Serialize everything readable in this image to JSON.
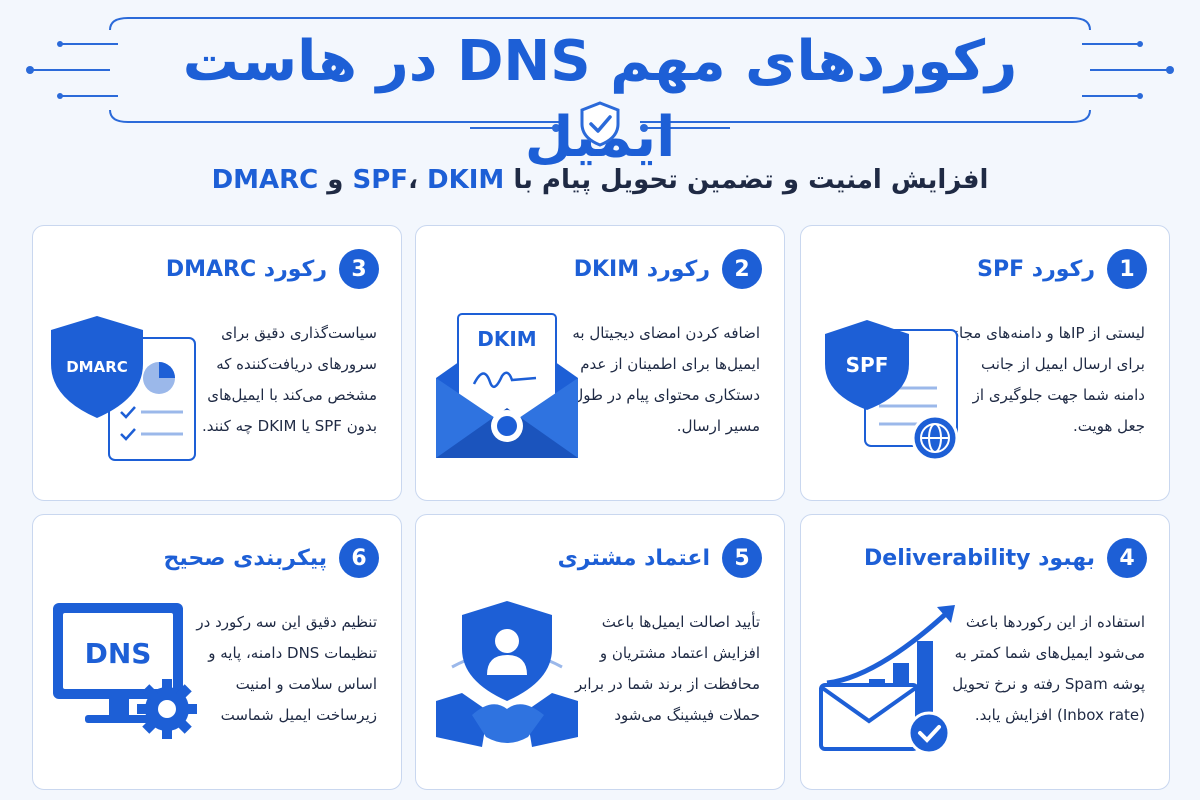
{
  "header": {
    "title": "رکوردهای مهم DNS در هاست ایمیل",
    "subtitle_prefix": "افزایش امنیت و تضمین تحویل پیام با ",
    "subtitle_spf": "SPF",
    "subtitle_sep": "، ",
    "subtitle_dkim": "DKIM",
    "subtitle_and": " و ",
    "subtitle_dmarc": "DMARC"
  },
  "cards": [
    {
      "number": "1",
      "title": "رکورد SPF",
      "text": "لیستی از IPها و دامنه‌های مجاز برای ارسال ایمیل از جانب دامنه شما جهت جلوگیری از جعل هویت.",
      "icon": "spf-shield-document-globe-icon",
      "icon_label": "SPF"
    },
    {
      "number": "2",
      "title": "رکورد DKIM",
      "text": "اضافه کردن امضای دیجیتال به ایمیل‌ها برای اطمینان از عدم دستکاری محتوای پیام در طول مسیر ارسال.",
      "icon": "dkim-envelope-signature-icon",
      "icon_label": "DKIM"
    },
    {
      "number": "3",
      "title": "رکورد DMARC",
      "text": "سیاست‌گذاری دقیق برای سرورهای دریافت‌کننده که مشخص می‌کند با ایمیل‌های بدون SPF یا DKIM چه کنند.",
      "icon": "dmarc-shield-report-icon",
      "icon_label": "DMARC"
    },
    {
      "number": "4",
      "title": "بهبود Deliverability",
      "text": "استفاده از این رکوردها باعث می‌شود ایمیل‌های شما کمتر به پوشه Spam رفته و نرخ تحویل (Inbox rate) افزایش یابد.",
      "icon": "growth-chart-envelope-check-icon",
      "icon_label": ""
    },
    {
      "number": "5",
      "title": "اعتماد مشتری",
      "text": "تأیید اصالت ایمیل‌ها باعث افزایش اعتماد مشتریان و محافظت از برند شما در برابر حملات فیشینگ می‌شود",
      "icon": "handshake-shield-user-icon",
      "icon_label": ""
    },
    {
      "number": "6",
      "title": "پیکربندی صحیح",
      "text": "تنظیم دقیق این سه رکورد در تنظیمات DNS دامنه، پایه و اساس سلامت و امنیت زیرساخت ایمیل شماست",
      "icon": "dns-monitor-gear-icon",
      "icon_label": "DNS"
    }
  ],
  "colors": {
    "primary": "#1d5fd6",
    "text": "#1f2a44",
    "card_border": "#c9d7ef",
    "background": "#f3f7fd"
  }
}
